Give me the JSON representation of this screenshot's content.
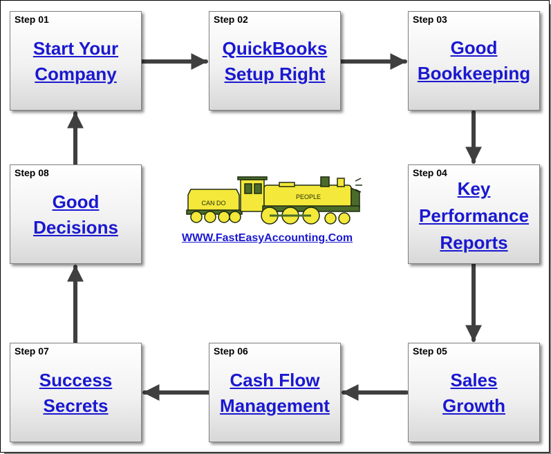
{
  "steps": [
    {
      "step": "Step 01",
      "lines": [
        "Start Your",
        "Company"
      ]
    },
    {
      "step": "Step 02",
      "lines": [
        "QuickBooks",
        "Setup Right"
      ]
    },
    {
      "step": "Step 03",
      "lines": [
        "Good",
        "Bookkeeping"
      ]
    },
    {
      "step": "Step 04",
      "lines": [
        "Key",
        "Performance",
        "Reports"
      ]
    },
    {
      "step": "Step 05",
      "lines": [
        "Sales",
        "Growth"
      ]
    },
    {
      "step": "Step 06",
      "lines": [
        "Cash Flow",
        "Management"
      ]
    },
    {
      "step": "Step 07",
      "lines": [
        "Success",
        "Secrets"
      ]
    },
    {
      "step": "Step 08",
      "lines": [
        "Good",
        "Decisions"
      ]
    }
  ],
  "logo": {
    "tender_text": "CAN DO",
    "boiler_text": "PEOPLE",
    "colors": {
      "yellow": "#f4e83a",
      "green": "#4a6b2a",
      "outline": "#1e2a10"
    }
  },
  "website": "WWW.FastEasyAccounting.Com",
  "colors": {
    "link": "#1a18d0",
    "arrow": "#3f3f3f"
  }
}
